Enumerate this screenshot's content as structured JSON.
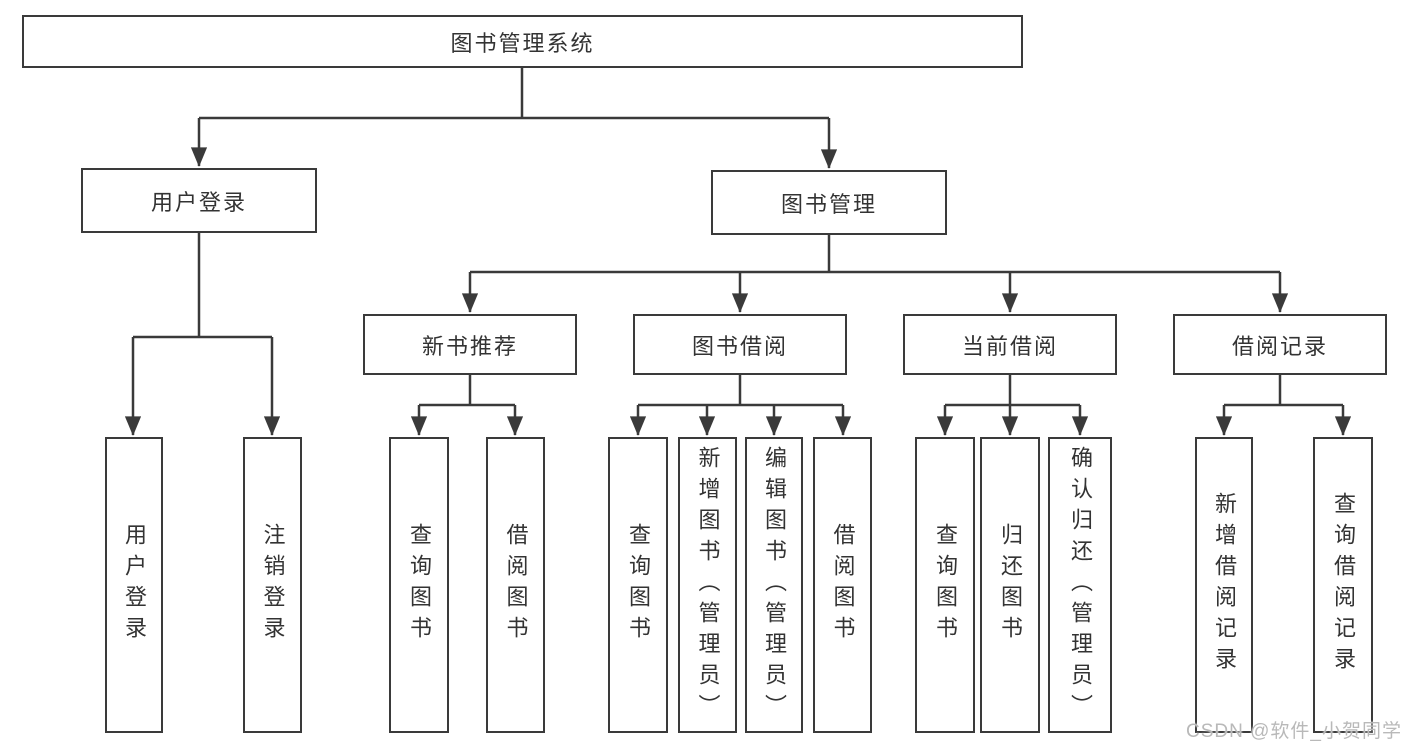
{
  "diagram": {
    "root_label": "图书管理系统",
    "branches": [
      {
        "label": "用户登录",
        "children": [
          "用户登录",
          "注销登录"
        ]
      },
      {
        "label": "图书管理",
        "children": [
          {
            "label": "新书推荐",
            "children": [
              "查询图书",
              "借阅图书"
            ]
          },
          {
            "label": "图书借阅",
            "children": [
              "查询图书",
              "新增图书（管理员）",
              "编辑图书（管理员）",
              "借阅图书"
            ]
          },
          {
            "label": "当前借阅",
            "children": [
              "查询图书",
              "归还图书",
              "确认归还（管理员）"
            ]
          },
          {
            "label": "借阅记录",
            "children": [
              "新增借阅记录",
              "查询借阅记录"
            ]
          }
        ]
      }
    ],
    "watermark": "CSDN @软件_小贺同学"
  },
  "colors": {
    "line": "#3a3a3a",
    "text": "#333333",
    "box_bg": "#ffffff",
    "watermark": "#b9b9b9",
    "page_bg": "#ffffff"
  }
}
